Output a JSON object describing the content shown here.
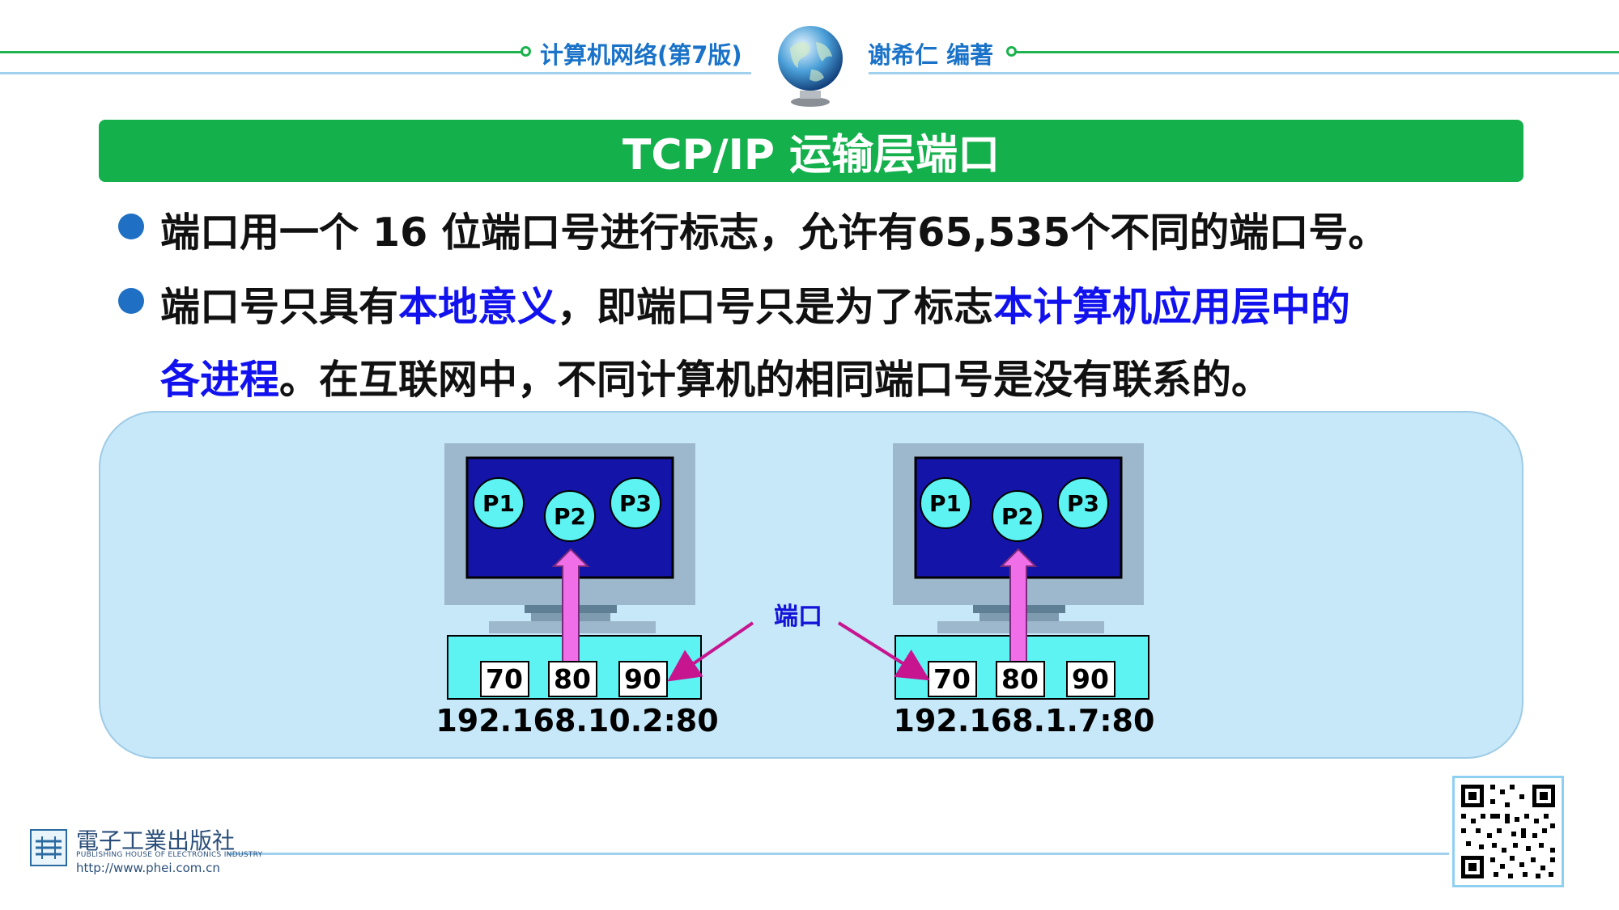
{
  "header": {
    "book_title": "计算机网络(第7版)",
    "author": "谢希仁 编著"
  },
  "slide": {
    "title": "TCP/IP 运输层端口",
    "bullets": [
      {
        "lines": [
          [
            {
              "text": "端口用一个 16 位端口号进行标志，允许有65,535个不同的端口号。",
              "highlight": false
            }
          ]
        ]
      },
      {
        "lines": [
          [
            {
              "text": "端口号只具有",
              "highlight": false
            },
            {
              "text": "本地意义",
              "highlight": true
            },
            {
              "text": "，即端口号只是为了标志",
              "highlight": false
            },
            {
              "text": "本计算机应用层中的",
              "highlight": true
            }
          ],
          [
            {
              "text": "各进程",
              "highlight": true
            },
            {
              "text": "。在互联网中，不同计算机的相同端口号是没有联系的。",
              "highlight": false
            }
          ]
        ]
      }
    ]
  },
  "diagram": {
    "port_label": "端口",
    "computers": [
      {
        "processes": [
          "P1",
          "P2",
          "P3"
        ],
        "ports": [
          "70",
          "80",
          "90"
        ],
        "address": "192.168.10.2:80"
      },
      {
        "processes": [
          "P1",
          "P2",
          "P3"
        ],
        "ports": [
          "70",
          "80",
          "90"
        ],
        "address": "192.168.1.7:80"
      }
    ]
  },
  "footer": {
    "publisher_cn": "電子工業出版社",
    "publisher_en": "PUBLISHING HOUSE OF ELECTRONICS INDUSTRY",
    "url": "http://www.phei.com.cn"
  },
  "colors": {
    "title_bar": "#13b04c",
    "highlight_text": "#1212ee",
    "bullet": "#1f6fc4",
    "screen": "#1414a8",
    "process_circle": "#5ef3f3",
    "port_strip": "#5ef3f3",
    "arrow": "#e850e0",
    "pointer": "#c7148f"
  }
}
